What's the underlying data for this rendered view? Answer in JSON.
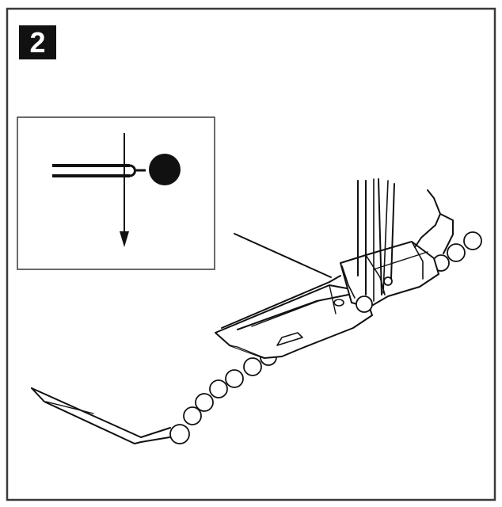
{
  "step": {
    "number": "2"
  },
  "colors": {
    "ink": "#111111",
    "paper": "#ffffff",
    "frame": "#3a3a3a"
  },
  "illustration": {
    "inset": {
      "icon": "needle-position-icon",
      "needle_direction": "down",
      "needle_position": "left"
    },
    "main": {
      "subject": "presser-foot",
      "trim": "beads"
    }
  }
}
